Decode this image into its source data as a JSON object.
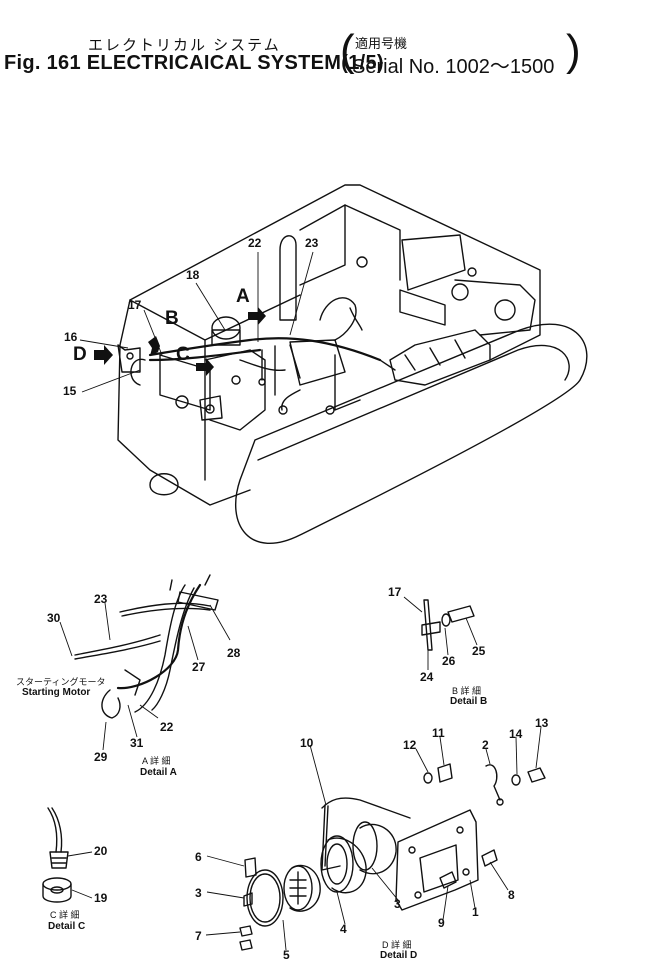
{
  "title": {
    "jp": "エレクトリカル システム",
    "serial_jp": "適用号機",
    "en": "Fig. 161 ELECTRICAICAL SYSTEM(1/5)",
    "serial_en": "Serial No. 1002～1500"
  },
  "view_letters": [
    "A",
    "B",
    "C",
    "D"
  ],
  "callouts_main": [
    "22",
    "23",
    "18",
    "17",
    "16",
    "15"
  ],
  "callouts_detail_a": [
    "23",
    "30",
    "28",
    "27",
    "22",
    "29",
    "31"
  ],
  "callouts_detail_b": [
    "17",
    "25",
    "26",
    "24"
  ],
  "callouts_detail_c": [
    "20",
    "19"
  ],
  "callouts_detail_d": [
    "10",
    "12",
    "11",
    "2",
    "14",
    "13",
    "8",
    "9",
    "1",
    "3",
    "6",
    "3",
    "4",
    "7",
    "5"
  ],
  "captions": {
    "starting_motor_jp": "スターティングモータ",
    "starting_motor_en": "Starting Motor",
    "detail_a_jp": "A 詳 細",
    "detail_a_en": "Detail A",
    "detail_b_jp": "B 詳 細",
    "detail_b_en": "Detail B",
    "detail_c_jp": "C 詳 細",
    "detail_c_en": "Detail C",
    "detail_d_jp": "D 詳 細",
    "detail_d_en": "Detail D"
  }
}
